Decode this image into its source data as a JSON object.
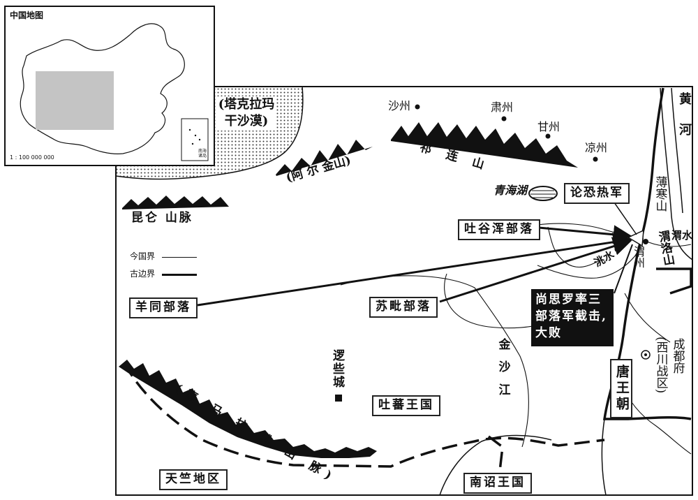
{
  "inset": {
    "title": "中国地图",
    "scale": "1 : 100 000 000",
    "south_sea_label": "南海诸岛"
  },
  "legend": {
    "modern_border": "今国界",
    "ancient_border": "古边界"
  },
  "places": {
    "taklamakan": "(塔克拉玛干沙漠)",
    "shazhou": "沙州",
    "suzhou": "肃州",
    "ganzhou": "甘州",
    "liangzhou": "凉州",
    "qilian": "祁 连 山",
    "altun": "(阿 尔 金山)",
    "kunlun": "昆仑 山脉",
    "qinghai_lake": "青海湖",
    "yellow_river": "黄 河",
    "boshan": "薄寒山",
    "wei_river": "渭水",
    "weizhou": "渭州",
    "tao_river": "洮水",
    "weiluo": "渭洛山",
    "jinsha": "金 沙 江",
    "luoxie": "逻些城",
    "himalaya": "(喜 马 拉 雅 山 脉)",
    "chengdu": "成都府",
    "xichuan": "(西川战区)"
  },
  "boxes": {
    "lunkong": "论恐热军",
    "tuguhun": "吐谷浑部落",
    "yangtong": "羊同部落",
    "supi": "苏毗部落",
    "tubo": "吐蕃王国",
    "tianzhu": "天竺地区",
    "nanzhao": "南诏王国",
    "tang": "唐王朝",
    "shang_note": "尚思罗率三 部落军截击, 大败"
  }
}
